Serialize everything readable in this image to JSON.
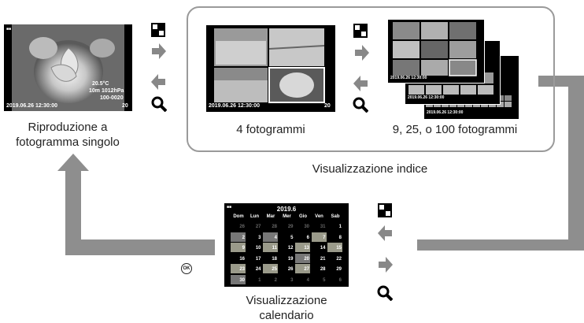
{
  "single_frame": {
    "label_line1": "Riproduzione a",
    "label_line2": "fotogramma singolo",
    "timestamp": "2019.06.26 12:30:00",
    "frame_no": "20",
    "temp": "20.5°C",
    "depth": "10m",
    "pressure": "1012hPa",
    "iso": "100-0020"
  },
  "index_group": {
    "title": "Visualizzazione indice",
    "four_frames_label": "4 fotogrammi",
    "multi_frames_label": "9, 25, o 100 fotogrammi",
    "four_timestamp": "2019.06.26 12:30:00",
    "four_frame_no": "20",
    "multi_timestamp1": "2019.06.26 12:30:00",
    "multi_timestamp2": "2019.06.26 12:30:00",
    "multi_timestamp3": "2019.06.26 12:30:00"
  },
  "calendar": {
    "label_line1": "Visualizzazione",
    "label_line2": "calendario",
    "title": "2019.6",
    "weekdays": [
      "Dom",
      "Lun",
      "Mar",
      "Mer",
      "Gio",
      "Ven",
      "Sab"
    ],
    "days": [
      "26",
      "27",
      "28",
      "29",
      "30",
      "31",
      "1",
      "2",
      "3",
      "4",
      "5",
      "6",
      "7",
      "8",
      "9",
      "10",
      "11",
      "12",
      "13",
      "14",
      "15",
      "16",
      "17",
      "18",
      "19",
      "20",
      "21",
      "22",
      "23",
      "24",
      "25",
      "26",
      "27",
      "28",
      "29",
      "30",
      "1",
      "2",
      "3",
      "4",
      "5",
      "6"
    ]
  },
  "icons": {
    "zoom_out": "index-grid-icon",
    "zoom_in": "magnifier-icon",
    "ok": "ok-button-icon",
    "ok_text": "OK"
  },
  "colors": {
    "connector": "#8e8e8e",
    "group_border": "#9a9a9a",
    "screen_bg": "#000000"
  }
}
